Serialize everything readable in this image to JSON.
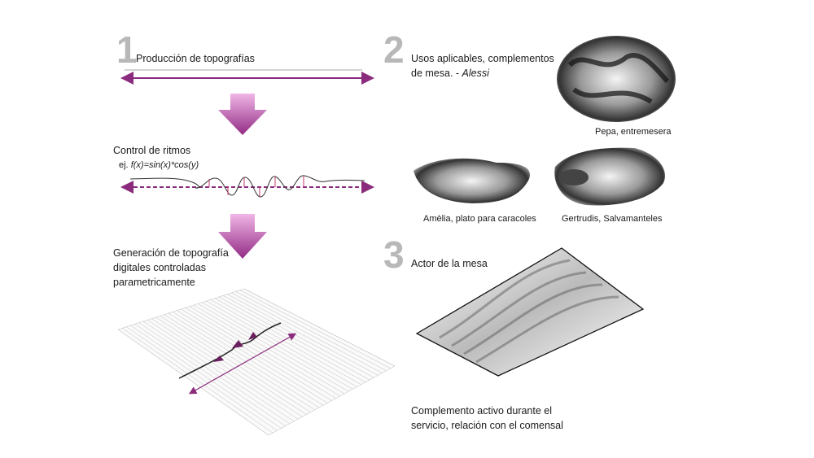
{
  "section1": {
    "number": "1",
    "title": "Producción de topografías",
    "rhythm_title": "Control de ritmos",
    "formula_prefix": "ej.",
    "formula": "f(x)=sin(x)*cos(y)",
    "generation_lines": [
      "Generación de topografía",
      "digitales controladas",
      "parametricamente"
    ]
  },
  "section2": {
    "number": "2",
    "title_line1": "Usos aplicables, complementos",
    "title_line2_prefix": "de mesa. - ",
    "title_line2_brand": "Alessi",
    "products": [
      {
        "caption": "Pepa, entremesera"
      },
      {
        "caption": "Amèlia, plato para caracoles"
      },
      {
        "caption": "Gertrudis, Salvamanteles"
      }
    ]
  },
  "section3": {
    "number": "3",
    "title": "Actor de la mesa",
    "caption_lines": [
      "Complemento activo durante el",
      "servicio, relación con el comensal"
    ]
  },
  "colors": {
    "accent": "#8b2b7d",
    "arrow_top": "#e9a3dc",
    "arrow_bottom": "#9a2e8a",
    "number_gray": "#b8b8b8"
  }
}
